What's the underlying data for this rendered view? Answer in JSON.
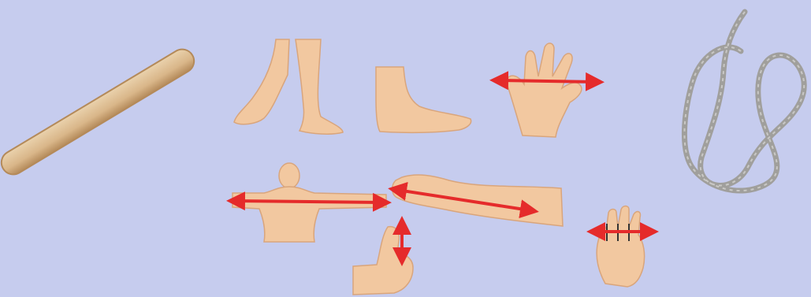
{
  "scene": {
    "background": "#c6ccee",
    "items": [
      {
        "name": "popsicle-stick",
        "icon": "wooden-stick-icon"
      },
      {
        "name": "legs-walking",
        "icon": "legs-icon"
      },
      {
        "name": "foot",
        "icon": "foot-icon"
      },
      {
        "name": "hand-span",
        "icon": "hand-span-icon",
        "measured": true
      },
      {
        "name": "arm-span",
        "icon": "arm-span-icon",
        "measured": true
      },
      {
        "name": "forearm-cubit",
        "icon": "forearm-icon",
        "measured": true
      },
      {
        "name": "thumb-inch",
        "icon": "thumb-icon",
        "measured": true
      },
      {
        "name": "palm-width",
        "icon": "palm-icon",
        "measured": true
      },
      {
        "name": "rope-coil",
        "icon": "rope-icon"
      }
    ],
    "colors": {
      "skin": "#f2c8a0",
      "skin_shadow": "#d9a57c",
      "arrow": "#e52b2b",
      "wood": "#dcb98a",
      "wood_edge": "#b48a5a",
      "rope": "#a09f9c"
    }
  }
}
